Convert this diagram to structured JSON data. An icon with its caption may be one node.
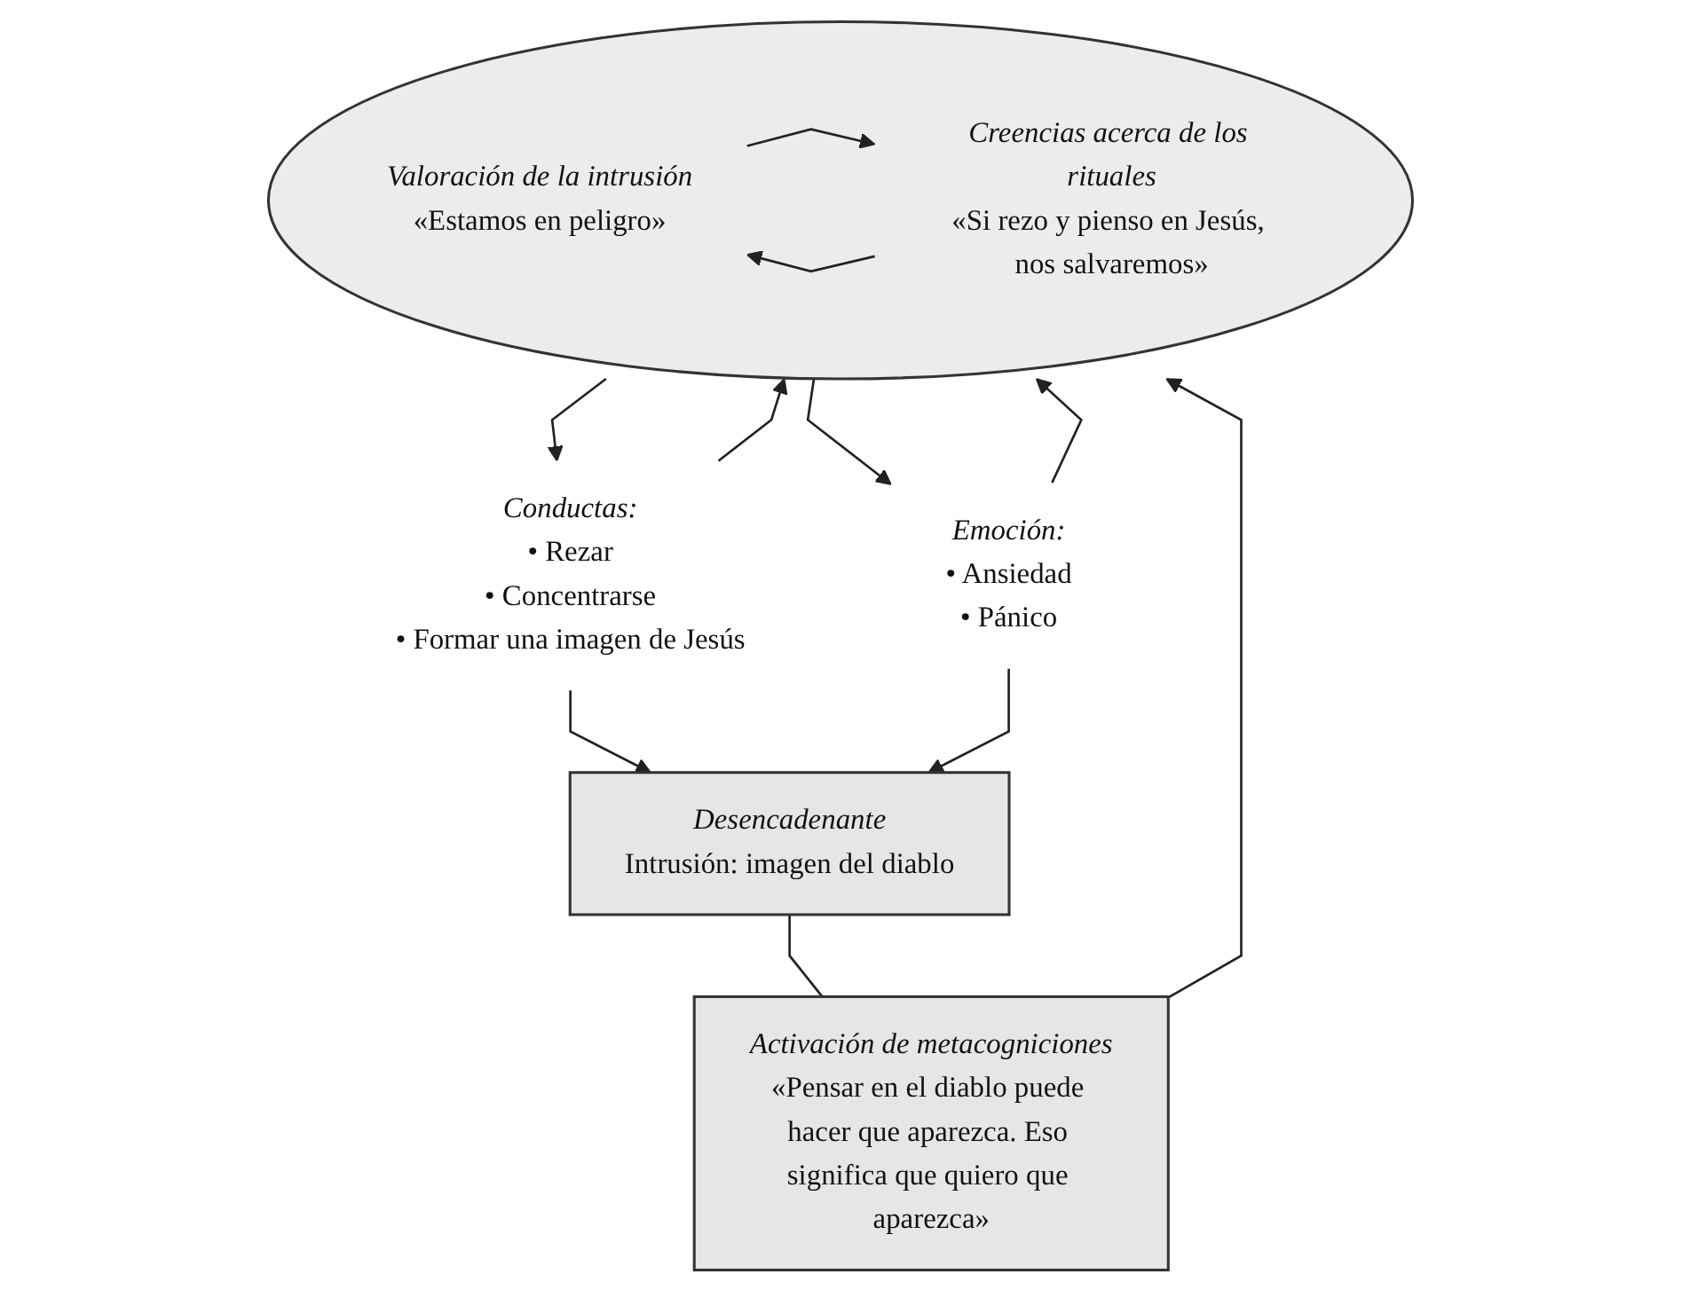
{
  "diagram": {
    "nodes": [
      {
        "text": [
          "Desencadenante",
          "Intrusión: imagen del diablo"
        ]
      },
      {
        "text": [
          "Activación de metacogniciones",
          "«Pensar en el diablo puede hacer que aparezca. Eso significa que quiero que aparezca»"
        ]
      },
      {
        "text": [],
        "shape": "ellipse"
      },
      {
        "text": [
          "Valoración de la intrusión",
          "«Estamos en peligro»"
        ],
        "in": 2
      },
      {
        "text": [
          "Creencias acerca de los rituales",
          "«Si rezo y pienso en Jesús, nos salvaremos»"
        ],
        "in": 2
      },
      {
        "text": [
          "Conductas:",
          "• Rezar",
          "• Concentrarse",
          "• Formar una imagen de Jesús"
        ]
      },
      {
        "text": [
          "Emoción:",
          "• Ansiedad",
          "• Pánico"
        ]
      }
    ],
    "edges": [
      {
        "from": 0,
        "to": 1,
        "arrow": "none"
      },
      {
        "from": 1,
        "to": 2,
        "arrow": "to"
      },
      {
        "from": 3,
        "to": 4,
        "arrow": "to"
      },
      {
        "from": 4,
        "to": 3,
        "arrow": "to"
      },
      {
        "from": 2,
        "to": 5,
        "arrow": "to"
      },
      {
        "from": 5,
        "to": 2,
        "arrow": "to"
      },
      {
        "from": 2,
        "to": 6,
        "arrow": "to"
      },
      {
        "from": 6,
        "to": 2,
        "arrow": "to"
      },
      {
        "from": 5,
        "to": 0,
        "arrow": "to"
      },
      {
        "from": 6,
        "to": 0,
        "arrow": "to"
      }
    ]
  }
}
